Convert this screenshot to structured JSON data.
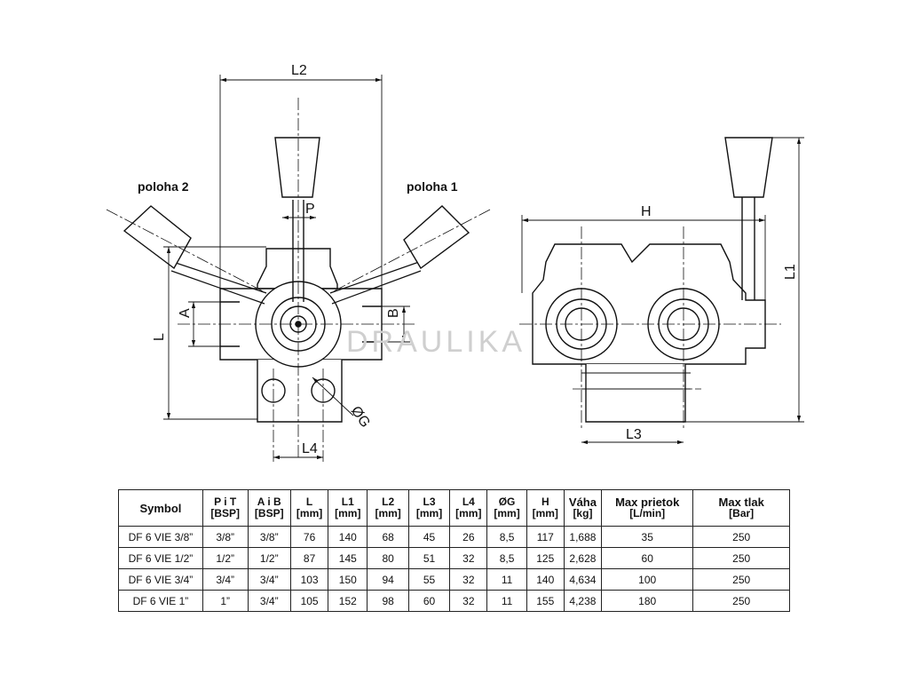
{
  "drawing": {
    "dimensions": {
      "L2": "L2",
      "P": "P",
      "A": "A",
      "B": "B",
      "L": "L",
      "L4": "L4",
      "G": "ØG",
      "H": "H",
      "L1": "L1",
      "L3": "L3"
    },
    "positions": {
      "left": "poloha 2",
      "right": "poloha 1"
    },
    "watermark": "DRAULIKA"
  },
  "table": {
    "headers": [
      {
        "line1": "Symbol",
        "line2": ""
      },
      {
        "line1": "P i T",
        "line2": "[BSP]"
      },
      {
        "line1": "A i B",
        "line2": "[BSP]"
      },
      {
        "line1": "L",
        "line2": "[mm]"
      },
      {
        "line1": "L1",
        "line2": "[mm]"
      },
      {
        "line1": "L2",
        "line2": "[mm]"
      },
      {
        "line1": "L3",
        "line2": "[mm]"
      },
      {
        "line1": "L4",
        "line2": "[mm]"
      },
      {
        "line1": "ØG",
        "line2": "[mm]"
      },
      {
        "line1": "H",
        "line2": "[mm]"
      },
      {
        "line1": "Váha",
        "line2": "[kg]"
      },
      {
        "line1": "Max prietok",
        "line2": "[L/min]"
      },
      {
        "line1": "Max tlak",
        "line2": "[Bar]"
      }
    ],
    "rows": [
      [
        "DF 6 VIE 3/8”",
        "3/8”",
        "3/8”",
        "76",
        "140",
        "68",
        "45",
        "26",
        "8,5",
        "117",
        "1,688",
        "35",
        "250"
      ],
      [
        "DF 6 VIE 1/2”",
        "1/2”",
        "1/2”",
        "87",
        "145",
        "80",
        "51",
        "32",
        "8,5",
        "125",
        "2,628",
        "60",
        "250"
      ],
      [
        "DF 6 VIE 3/4”",
        "3/4”",
        "3/4”",
        "103",
        "150",
        "94",
        "55",
        "32",
        "11",
        "140",
        "4,634",
        "100",
        "250"
      ],
      [
        "DF 6 VIE 1”",
        "1”",
        "3/4”",
        "105",
        "152",
        "98",
        "60",
        "32",
        "11",
        "155",
        "4,238",
        "180",
        "250"
      ]
    ]
  }
}
